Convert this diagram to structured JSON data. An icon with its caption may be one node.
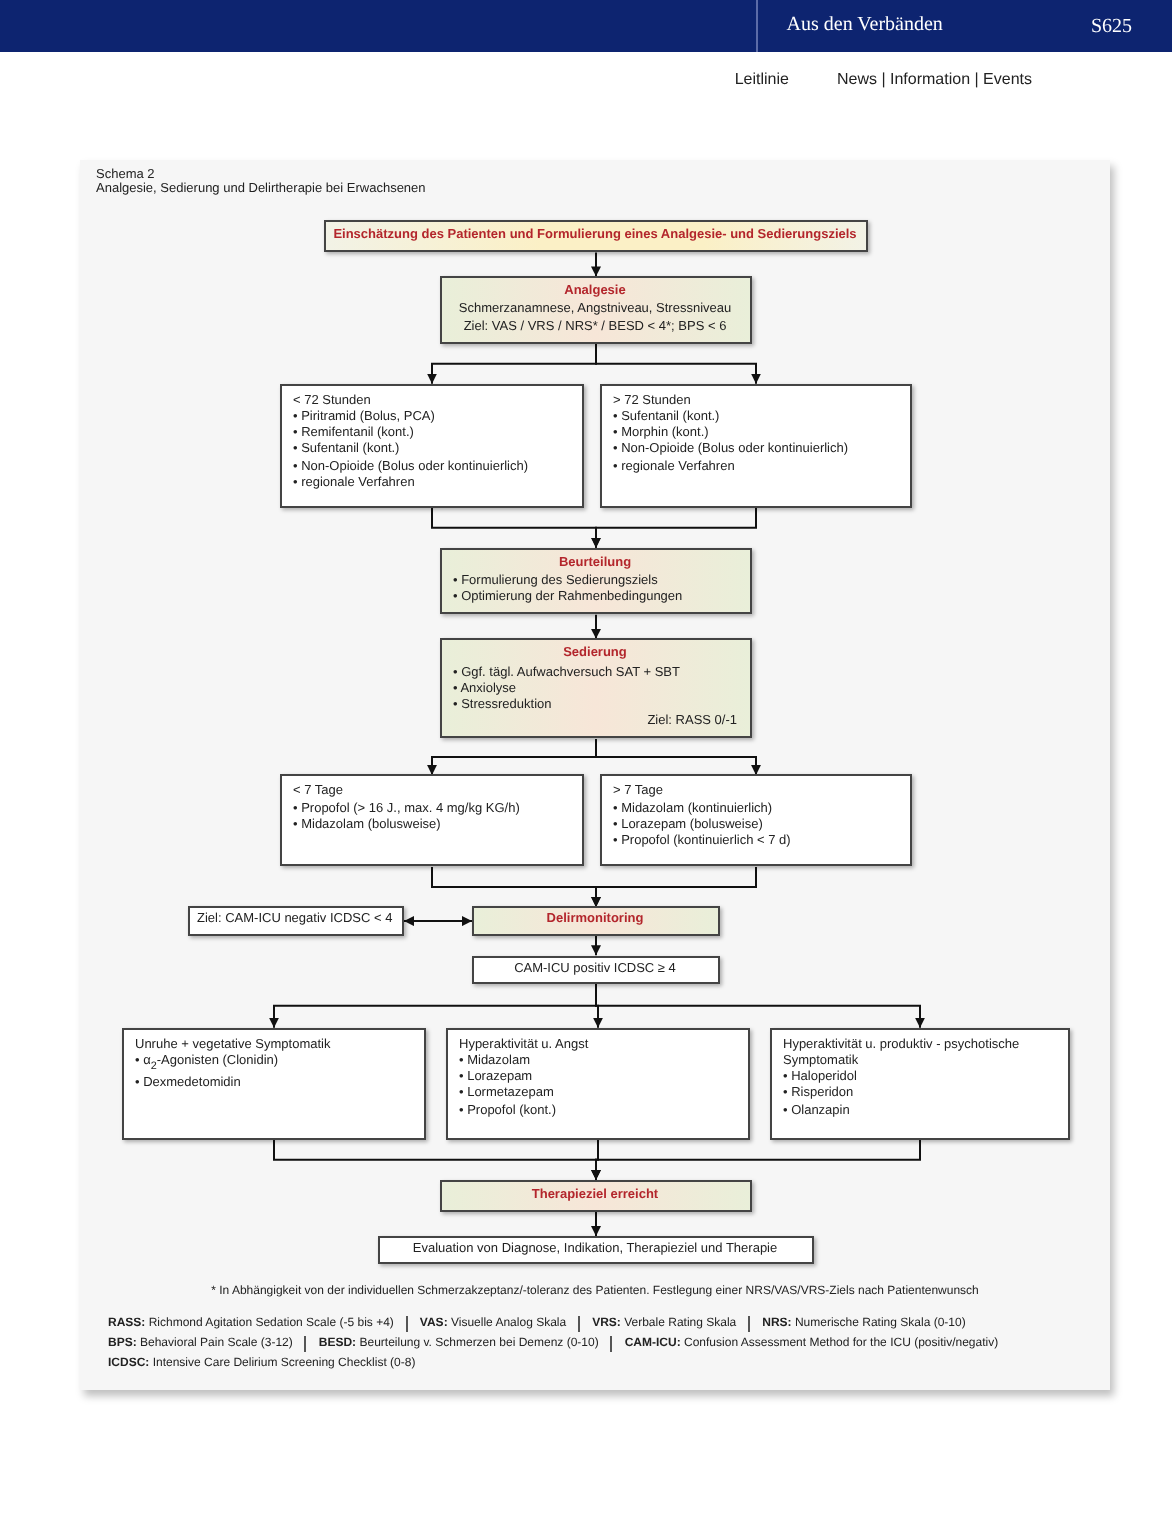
{
  "diagram": {
    "title": "Analgesie, Sedierung und Delirtherapie bei Erwachsenen",
    "caption": "* In Abhängigkeit von der individuellen Schmerzakzeptanz/-toleranz des Patienten. Festlegung einer NRS/VAS/VRS-Ziels nach Patientenwunsch",
    "nodes": [
      {
        "text": [
          "Einschätzung des Patienten und Formulierung eines Analgesie- und Sedierungsziels"
        ]
      },
      {
        "text": [
          "Analgesie",
          "Schmerzanamnese, Angstniveau, Stressniveau",
          "Ziel: VAS / VRS / NRS* / BESD < 4*; BPS < 6"
        ]
      },
      {
        "text": [
          "< 72 Stunden",
          "• Piritramid (Bolus, PCA)",
          "• Remifentanil (kont.)",
          "• Sufentanil (kont.)",
          "• Non-Opioide (Bolus oder kontinuierlich)",
          "• regionale Verfahren"
        ]
      },
      {
        "text": [
          "> 72 Stunden",
          "• Sufentanil (kont.)",
          "• Morphin (kont.)",
          "• Non-Opioide (Bolus oder kontinuierlich)",
          "• regionale Verfahren"
        ]
      },
      {
        "text": [
          "Beurteilung",
          "• Formulierung des Sedierungsziels",
          "• Optimierung der Rahmenbedingungen"
        ]
      },
      {
        "text": [
          "Sedierung",
          "• Ggf. tägl. Aufwachversuch SAT + SBT",
          "• Anxiolyse",
          "• Stressreduktion",
          "Ziel: RASS 0/-1"
        ]
      },
      {
        "text": [
          "< 7 Tage",
          "• Propofol (> 16 J., max. 4 mg/kg KG/h)",
          "• Midazolam (bolusweise)"
        ]
      },
      {
        "text": [
          "> 7 Tage",
          "• Midazolam (kontinuierlich)",
          "• Lorazepam (bolusweise)",
          "• Propofol (kontinuierlich < 7 d)"
        ]
      },
      {
        "text": [
          "Ziel: CAM-ICU negativ ICDSC < 4"
        ]
      },
      {
        "text": [
          "Delirmonitoring"
        ]
      },
      {
        "text": [
          "CAM-ICU positiv ICDSC ≥ 4"
        ]
      },
      {
        "text": [
          "Unruhe + vegetative Symptomatik",
          "• α$_{2}$-Agonisten (Clonidin)",
          "• Dexmedetomidin"
        ]
      },
      {
        "text": [
          "Hyperaktivität u. Angst",
          "• Midazolam",
          "• Lorazepam",
          "• Lormetazepam",
          "• Propofol (kont.)"
        ]
      },
      {
        "text": [
          "Hyperaktivität u. produktiv - psychotische Symptomatik",
          "• Haloperidol",
          "• Risperidon",
          "• Olanzapin"
        ]
      },
      {
        "text": [
          "Therapieziel erreicht"
        ]
      },
      {
        "text": [
          "Evaluation von Diagnose, Indikation, Therapieziel und Therapie"
        ]
      }
    ],
    "edges": [
      {
        "from": 0,
        "to": 1,
        "arrow": "to"
      },
      {
        "from": 1,
        "to": 2,
        "arrow": "to"
      },
      {
        "from": 1,
        "to": 3,
        "arrow": "to"
      },
      {
        "from": 2,
        "to": 4,
        "arrow": "to"
      },
      {
        "from": 3,
        "to": 4,
        "arrow": "to"
      },
      {
        "from": 4,
        "to": 5,
        "arrow": "to"
      },
      {
        "from": 5,
        "to": 6,
        "arrow": "to"
      },
      {
        "from": 5,
        "to": 7,
        "arrow": "to"
      },
      {
        "from": 6,
        "to": 9,
        "arrow": "to"
      },
      {
        "from": 7,
        "to": 9,
        "arrow": "to"
      },
      {
        "from": 8,
        "to": 9,
        "arrow": "both"
      },
      {
        "from": 9,
        "to": 10,
        "arrow": "to"
      },
      {
        "from": 10,
        "to": 11,
        "arrow": "to"
      },
      {
        "from": 10,
        "to": 12,
        "arrow": "to"
      },
      {
        "from": 10,
        "to": 13,
        "arrow": "to"
      },
      {
        "from": 11,
        "to": 14,
        "arrow": "to"
      },
      {
        "from": 12,
        "to": 14,
        "arrow": "to"
      },
      {
        "from": 13,
        "to": 14,
        "arrow": "to"
      },
      {
        "from": 14,
        "to": 15,
        "arrow": "to"
      }
    ],
    "labels": [
      "Aus den Verbänden",
      "S625",
      "Leitlinie",
      "News | Information | Events",
      "Schema 2",
      "**RASS:** Richmond Agitation Sedation Scale (-5 bis +4)",
      "**VAS:** Visuelle Analog Skala",
      "**VRS:** Verbale Rating Skala",
      "**NRS:** Numerische Rating Skala (0-10)",
      "**BPS:** Behavioral Pain Scale (3-12)",
      "**BESD:** Beurteilung v. Schmerzen bei Demenz (0-10)",
      "**CAM-ICU:** Confusion Assessment Method for the ICU (positiv/negativ)",
      "**ICDSC:** Intensive Care Delirium Screening Checklist (0-8)"
    ]
  }
}
